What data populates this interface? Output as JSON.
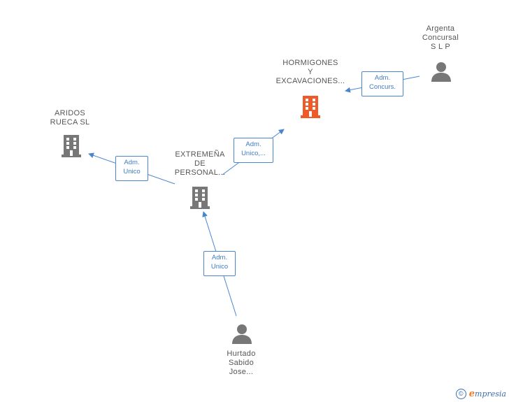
{
  "colors": {
    "edge": "#4a86cf",
    "building": "#777777",
    "building_highlight": "#f05a28",
    "person": "#777777"
  },
  "nodes": {
    "hormigones": {
      "lines": [
        "HORMIGONES",
        "Y",
        "EXCAVACIONES..."
      ],
      "icon": "building-icon"
    },
    "argenta": {
      "lines": [
        "Argenta",
        "Concursal",
        "S L P"
      ],
      "icon": "person-icon"
    },
    "aridos": {
      "lines": [
        "ARIDOS",
        "RUECA SL"
      ],
      "icon": "building-icon"
    },
    "extremena": {
      "lines": [
        "EXTREMEÑA",
        "DE",
        "PERSONAL..."
      ],
      "icon": "building-icon"
    },
    "hurtado": {
      "lines": [
        "Hurtado",
        "Sabido",
        "Jose..."
      ],
      "icon": "person-icon"
    }
  },
  "edges": {
    "argenta_hormigones": [
      "Adm.",
      "Concurs."
    ],
    "extremena_hormigones": [
      "Adm.",
      "Unico,..."
    ],
    "extremena_aridos": [
      "Adm.",
      "Unico"
    ],
    "hurtado_extremena": [
      "Adm.",
      "Unico"
    ]
  },
  "footer": {
    "copyright_symbol": "©",
    "brand_initial": "e",
    "brand_rest": "mpresia"
  }
}
